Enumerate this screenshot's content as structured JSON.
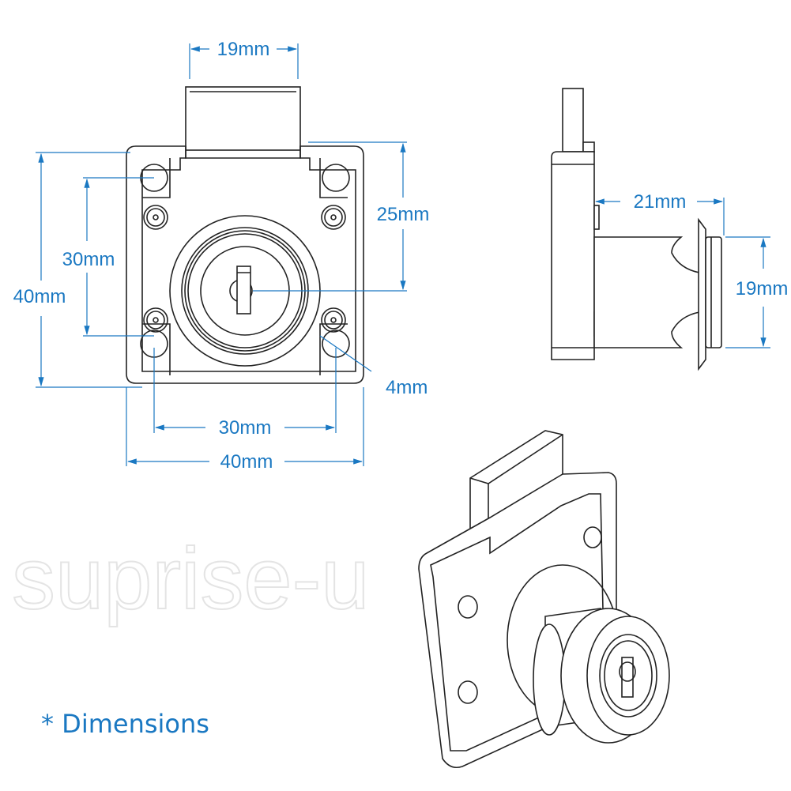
{
  "front_view": {
    "bolt_width": "19mm",
    "keyhole_to_top": "25mm",
    "hole_spacing_vertical": "30mm",
    "plate_height": "40mm",
    "hole_diameter": "4mm",
    "hole_spacing_horizontal": "30mm",
    "plate_width": "40mm"
  },
  "side_view": {
    "cylinder_length": "21mm",
    "cylinder_diameter": "19mm"
  },
  "note": "* Dimensions",
  "watermark": "suprise-u",
  "colors": {
    "dimension": "#1a78c2",
    "line": "#222222"
  }
}
